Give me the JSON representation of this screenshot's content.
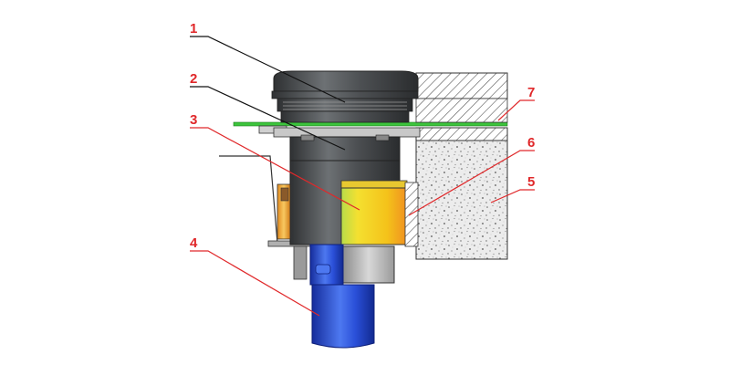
{
  "diagram": {
    "callouts": [
      {
        "id": "1",
        "label": "1",
        "color": "#e0282a"
      },
      {
        "id": "2",
        "label": "2",
        "color": "#e0282a"
      },
      {
        "id": "3",
        "label": "3",
        "color": "#e0282a"
      },
      {
        "id": "4",
        "label": "4",
        "color": "#e0282a"
      },
      {
        "id": "5",
        "label": "5",
        "color": "#e0282a"
      },
      {
        "id": "6",
        "label": "6",
        "color": "#e0282a"
      },
      {
        "id": "7",
        "label": "7",
        "color": "#e0282a"
      }
    ],
    "colors": {
      "body_dark": "#4a4d50",
      "body_mid": "#6c7073",
      "ring_yellow": "#f4d21a",
      "ring_green": "#b8dc4a",
      "sleeve_orange": "#f0a830",
      "pipe_blue": "#1f3fc4",
      "pipe_blue_light": "#4d78f0",
      "adapter_grey": "#b9b9b9",
      "membrane_green": "#3cc43c",
      "concrete": "#e9e9e9",
      "callout_red": "#e0282a"
    }
  }
}
